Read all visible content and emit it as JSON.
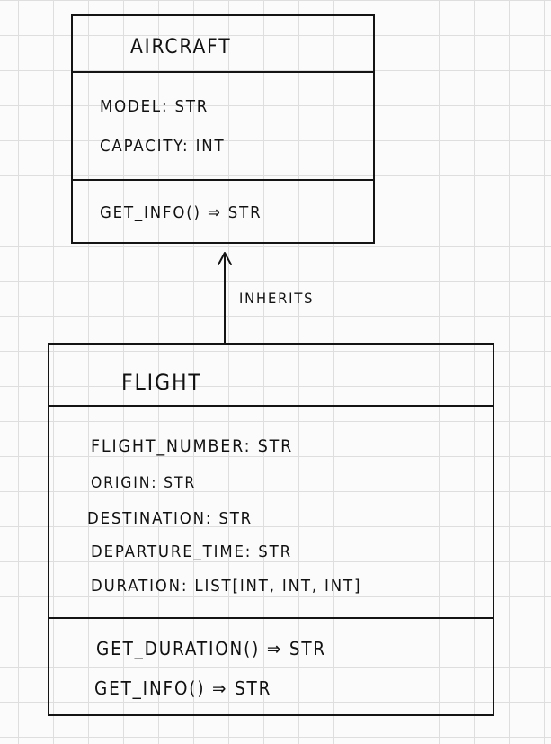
{
  "diagram": {
    "classes": [
      {
        "id": "aircraft",
        "name": "AIRCRAFT",
        "attributes": [
          "MODEL: STR",
          "CAPACITY: INT"
        ],
        "methods": [
          "GET_INFO() ⇒ STR"
        ]
      },
      {
        "id": "flight",
        "name": "FLIGHT",
        "attributes": [
          "FLIGHT_NUMBER: STR",
          "ORIGIN: STR",
          "DESTINATION: STR",
          "DEPARTURE_TIME: STR",
          "DURATION: LIST[INT, INT, INT]"
        ],
        "methods": [
          "GET_DURATION() ⇒ STR",
          "GET_INFO() ⇒ STR"
        ]
      }
    ],
    "relationship": {
      "type": "inheritance",
      "from": "flight",
      "to": "aircraft",
      "label": "INHERITS"
    }
  }
}
